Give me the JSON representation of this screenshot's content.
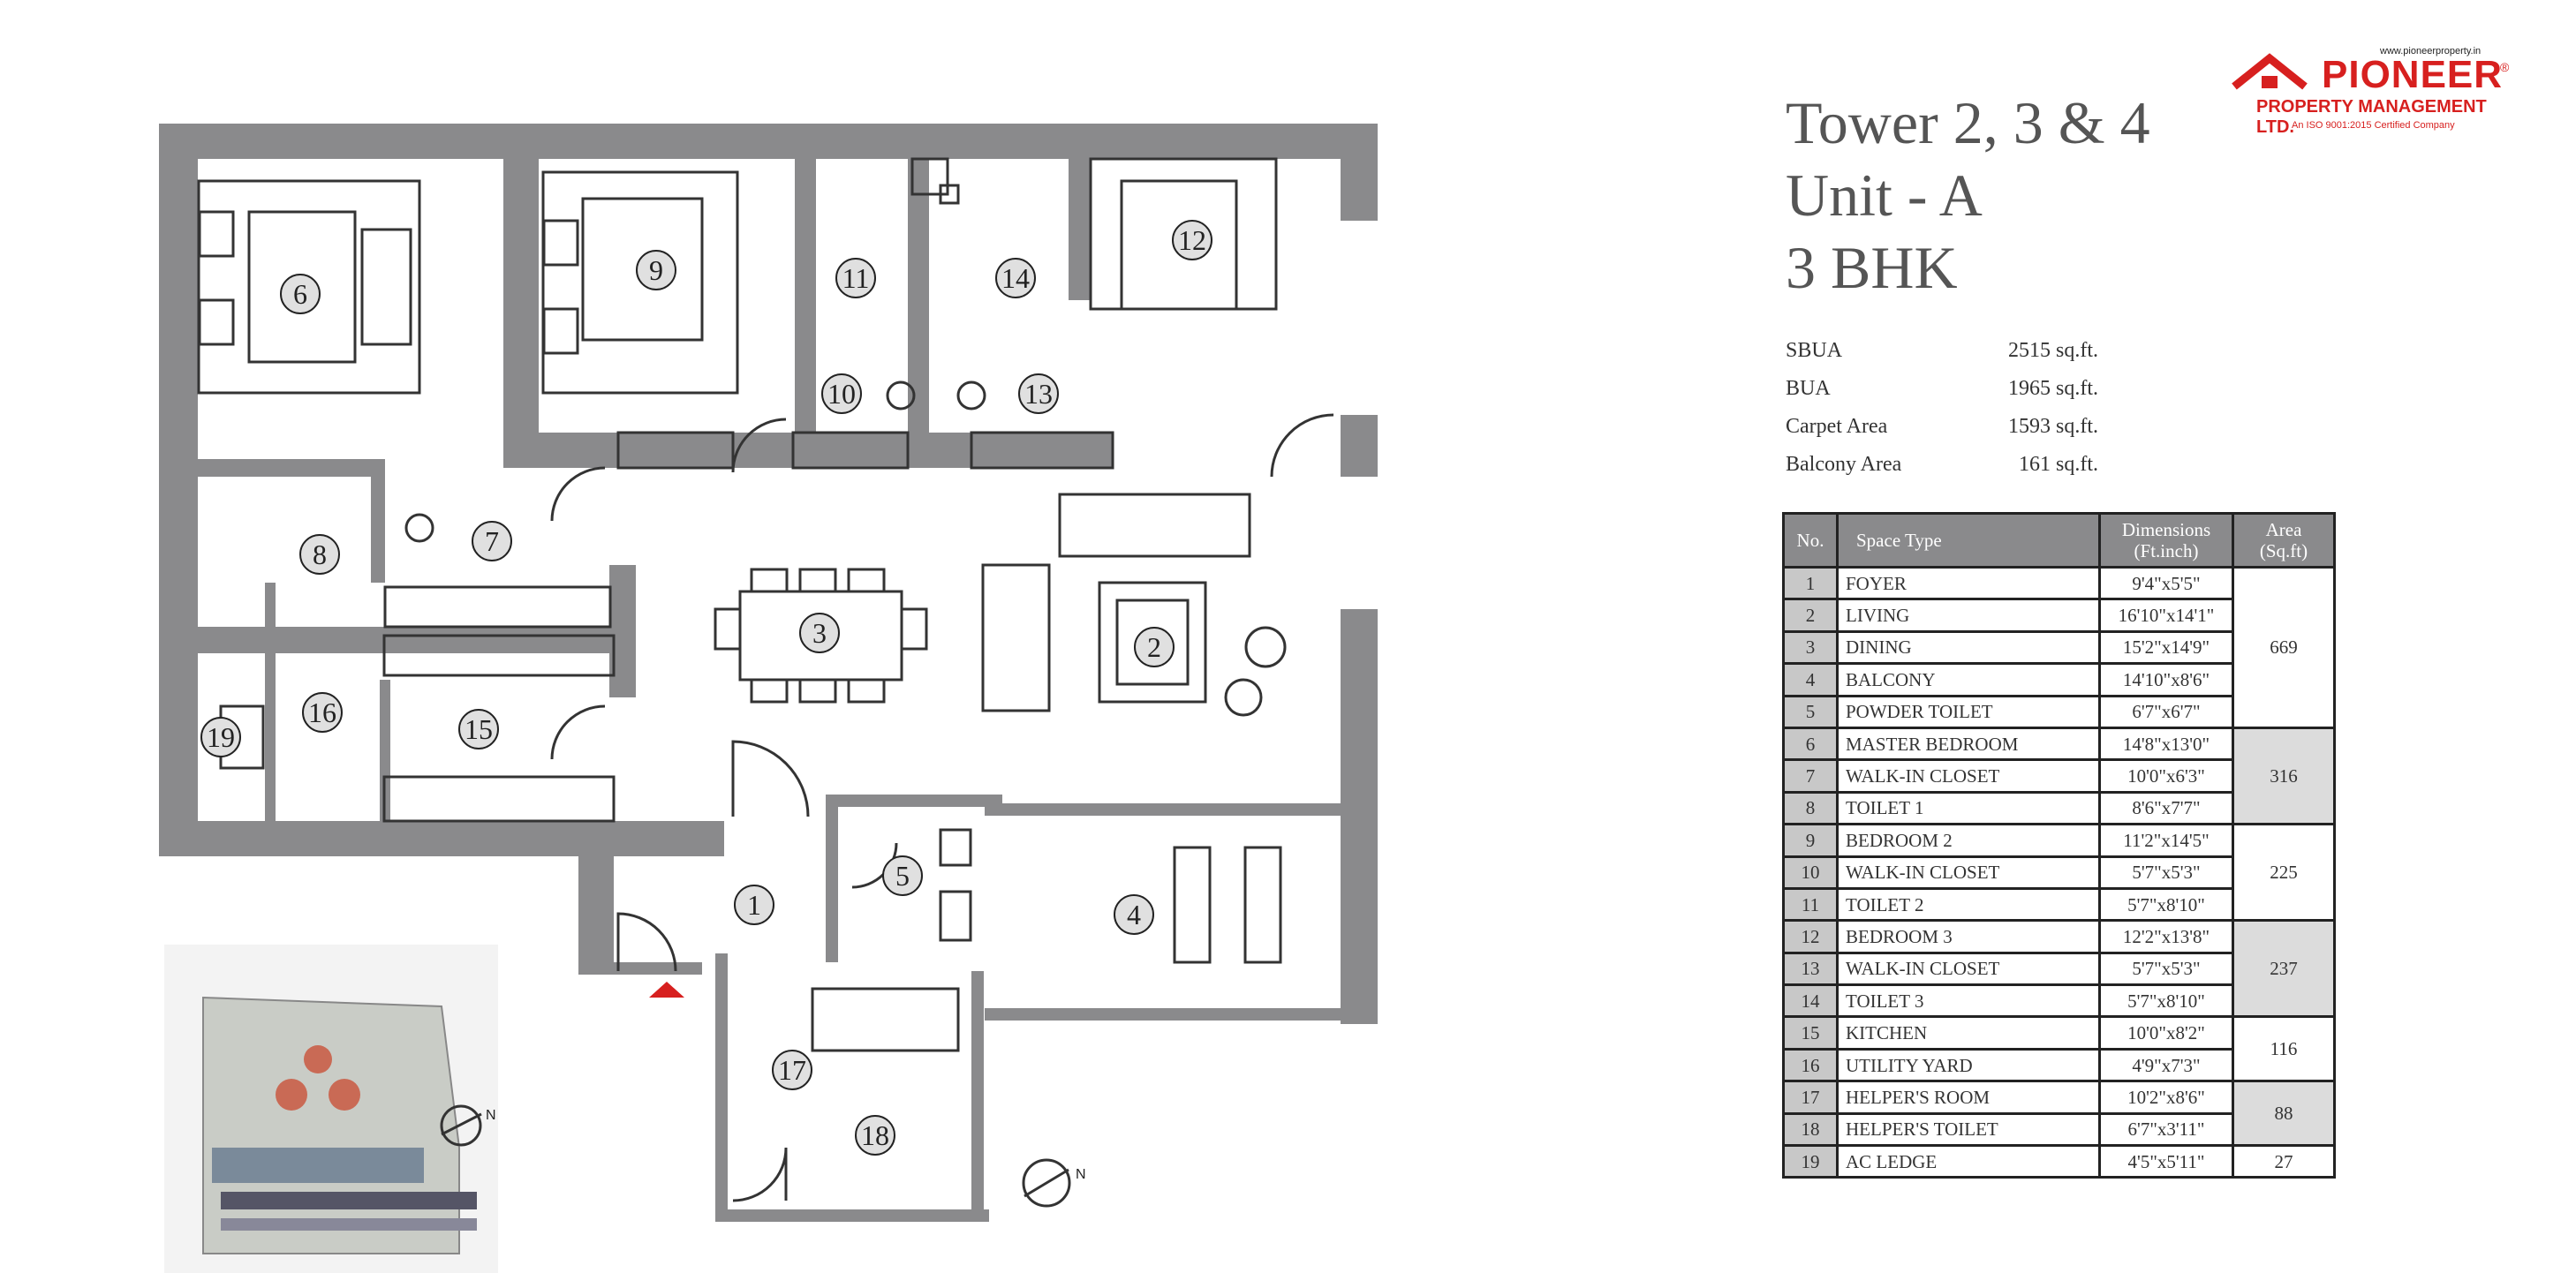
{
  "logo": {
    "url": "www.pioneerproperty.in",
    "brand": "PIONEER",
    "registered": "®",
    "company": "PROPERTY MANAGEMENT LTD.",
    "certification": "An ISO 9001:2015 Certified Company",
    "brand_color": "#d7201f"
  },
  "header": {
    "title_lines": [
      "Tower 2, 3 & 4",
      "Unit - A",
      "3 BHK"
    ]
  },
  "areas": [
    {
      "label": "SBUA",
      "value": "2515",
      "unit": "sq.ft."
    },
    {
      "label": "BUA",
      "value": "1965",
      "unit": "sq.ft."
    },
    {
      "label": "Carpet Area",
      "value": "1593",
      "unit": "sq.ft."
    },
    {
      "label": "Balcony Area",
      "value": "161",
      "unit": "sq.ft."
    }
  ],
  "table": {
    "headers": {
      "no": "No.",
      "space": "Space Type",
      "dim_line1": "Dimensions",
      "dim_line2": "(Ft.inch)",
      "area_line1": "Area",
      "area_line2": "(Sq.ft)"
    },
    "rows": [
      {
        "no": "1",
        "space": "FOYER",
        "dim": "9'4\"x5'5\""
      },
      {
        "no": "2",
        "space": "LIVING",
        "dim": "16'10\"x14'1\""
      },
      {
        "no": "3",
        "space": "DINING",
        "dim": "15'2\"x14'9\""
      },
      {
        "no": "4",
        "space": "BALCONY",
        "dim": "14'10\"x8'6\""
      },
      {
        "no": "5",
        "space": "POWDER TOILET",
        "dim": "6'7\"x6'7\""
      },
      {
        "no": "6",
        "space": "MASTER BEDROOM",
        "dim": "14'8\"x13'0\""
      },
      {
        "no": "7",
        "space": "WALK-IN CLOSET",
        "dim": "10'0\"x6'3\""
      },
      {
        "no": "8",
        "space": "TOILET 1",
        "dim": "8'6\"x7'7\""
      },
      {
        "no": "9",
        "space": "BEDROOM 2",
        "dim": "11'2\"x14'5\""
      },
      {
        "no": "10",
        "space": "WALK-IN CLOSET",
        "dim": "5'7\"x5'3\""
      },
      {
        "no": "11",
        "space": "TOILET 2",
        "dim": "5'7\"x8'10\""
      },
      {
        "no": "12",
        "space": "BEDROOM 3",
        "dim": "12'2\"x13'8\""
      },
      {
        "no": "13",
        "space": "WALK-IN CLOSET",
        "dim": "5'7\"x5'3\""
      },
      {
        "no": "14",
        "space": "TOILET 3",
        "dim": "5'7\"x8'10\""
      },
      {
        "no": "15",
        "space": "KITCHEN",
        "dim": "10'0\"x8'2\""
      },
      {
        "no": "16",
        "space": "UTILITY YARD",
        "dim": "4'9\"x7'3\""
      },
      {
        "no": "17",
        "space": "HELPER'S ROOM",
        "dim": "10'2\"x8'6\""
      },
      {
        "no": "18",
        "space": "HELPER'S TOILET",
        "dim": "6'7\"x3'11\""
      },
      {
        "no": "19",
        "space": "AC LEDGE",
        "dim": "4'5\"x5'11\""
      }
    ],
    "area_groups": [
      {
        "value": "669",
        "rows": 5,
        "shaded": false
      },
      {
        "value": "316",
        "rows": 3,
        "shaded": true
      },
      {
        "value": "225",
        "rows": 3,
        "shaded": false
      },
      {
        "value": "237",
        "rows": 3,
        "shaded": true
      },
      {
        "value": "116",
        "rows": 2,
        "shaded": false
      },
      {
        "value": "88",
        "rows": 2,
        "shaded": true
      },
      {
        "value": "27",
        "rows": 1,
        "shaded": false
      }
    ]
  },
  "plan": {
    "room_numbers": [
      "1",
      "2",
      "3",
      "4",
      "5",
      "6",
      "7",
      "8",
      "9",
      "10",
      "11",
      "12",
      "13",
      "14",
      "15",
      "16",
      "17",
      "18",
      "19"
    ],
    "north_label": "N",
    "keyplan_north_label": "N",
    "entry_marker_color": "#d7201f",
    "wall_color": "#8a8a8c"
  }
}
